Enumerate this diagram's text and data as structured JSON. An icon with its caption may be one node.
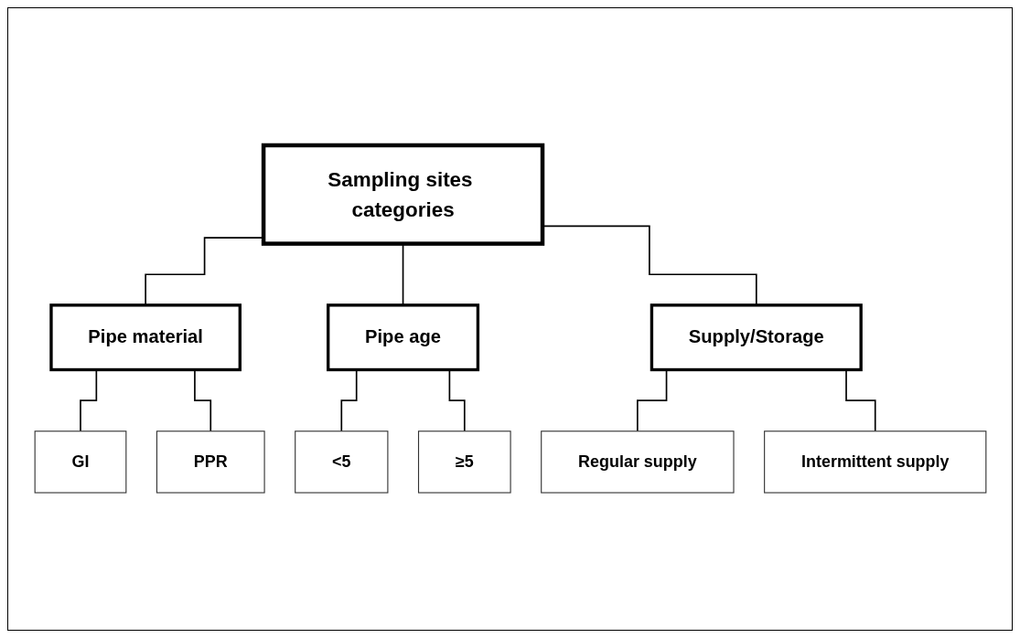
{
  "diagram": {
    "nodes": [
      {
        "text": [
          "Sampling sites categories"
        ]
      },
      {
        "text": [
          "Pipe material"
        ]
      },
      {
        "text": [
          "Pipe age"
        ]
      },
      {
        "text": [
          "Supply/Storage"
        ]
      },
      {
        "text": [
          "GI"
        ]
      },
      {
        "text": [
          "PPR"
        ]
      },
      {
        "text": [
          "<5"
        ]
      },
      {
        "text": [
          "≥5"
        ]
      },
      {
        "text": [
          "Regular supply"
        ]
      },
      {
        "text": [
          "Intermittent supply"
        ]
      }
    ],
    "edges": [
      {
        "from": 0,
        "to": 1,
        "arrow": "none"
      },
      {
        "from": 0,
        "to": 2,
        "arrow": "none"
      },
      {
        "from": 0,
        "to": 3,
        "arrow": "none"
      },
      {
        "from": 1,
        "to": 4,
        "arrow": "none"
      },
      {
        "from": 1,
        "to": 5,
        "arrow": "none"
      },
      {
        "from": 2,
        "to": 6,
        "arrow": "none"
      },
      {
        "from": 2,
        "to": 7,
        "arrow": "none"
      },
      {
        "from": 3,
        "to": 8,
        "arrow": "none"
      },
      {
        "from": 3,
        "to": 9,
        "arrow": "none"
      }
    ]
  }
}
